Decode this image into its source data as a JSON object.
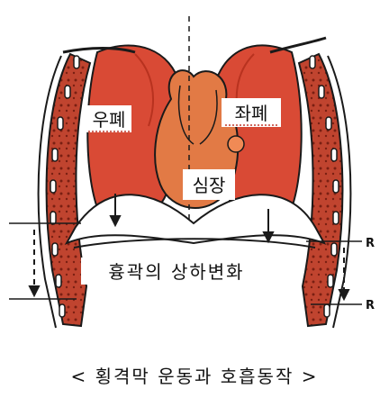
{
  "labels": {
    "right_lung": "우폐",
    "left_lung": "좌폐",
    "heart": "심장",
    "chest_change": "흉곽의 상하변화",
    "r_upper": "R",
    "r_lower": "R"
  },
  "caption": "< 횡격막 운동과 호흡동작 >",
  "colors": {
    "lung_red": "#d94a35",
    "lung_dark": "#b8321f",
    "rib_wall": "#c0442f",
    "heart_orange": "#e27a45",
    "heart_light": "#f08a55",
    "outline": "#1a1a1a",
    "diaphragm_fill": "#ffffff"
  }
}
